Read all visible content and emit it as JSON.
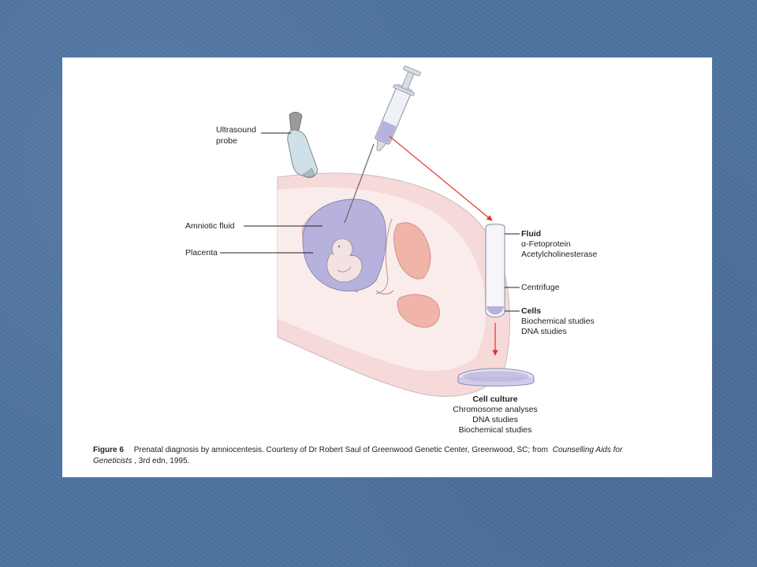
{
  "labels": {
    "ultrasound_line1": "Ultrasound",
    "ultrasound_line2": "probe",
    "amniotic_fluid": "Amniotic fluid",
    "placenta": "Placenta",
    "fluid_title": "Fluid",
    "fluid_item1": "α-Fetoprotein",
    "fluid_item2": "Acetylcholinesterase",
    "centrifuge": "Centrifuge",
    "cells_title": "Cells",
    "cells_item1": "Biochemical studies",
    "cells_item2": "DNA studies",
    "culture_title": "Cell culture",
    "culture_item1": "Chromosome analyses",
    "culture_item2": "DNA studies",
    "culture_item3": "Biochemical studies"
  },
  "caption": {
    "figure_label": "Figure 6",
    "text_part1": "Prenatal diagnosis by amniocentesis. Courtesy of Dr Robert Saul of Greenwood Genetic Center, Greenwood, SC; from",
    "italic_part1": "Counselling Aids for",
    "italic_part2": "Geneticists",
    "text_part2": ", 3rd edn, 1995."
  },
  "colors": {
    "background": "#4f74a1",
    "panel": "#ffffff",
    "arrow": "#e0322a",
    "fluid": "#b7b2dd",
    "tissue": "#f6d9d9"
  }
}
